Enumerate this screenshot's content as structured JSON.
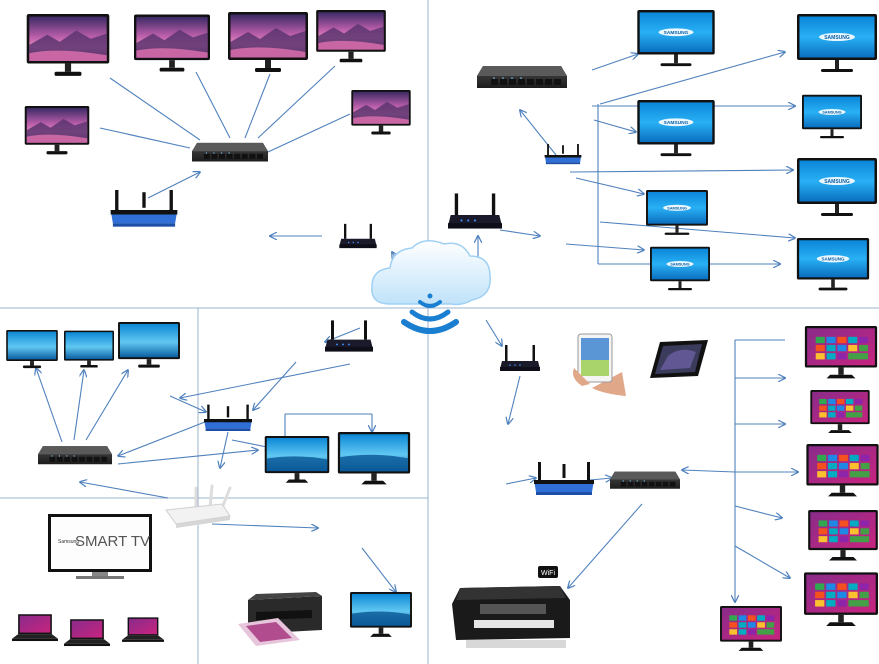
{
  "colors": {
    "arrow": "#4F81BD",
    "divider": "#9DB3CC",
    "monitor_frame": "#1a1a1a",
    "mountain_sky": "#b85da9",
    "samsung_screen": "#1aa0ec",
    "windows_screen": "#d9298c",
    "tower_accent": "#1e90ff",
    "cloud": "#cfe9fb",
    "router_blue": "#2f6fd6"
  },
  "labels": {
    "samsung_logo": "SAMSUNG",
    "smart_tv_brand": "Samsung",
    "smart_tv_text": "SMART TV",
    "printer_wifi": "WiFi"
  },
  "icons": [
    "cloud-icon",
    "wifi-signal-icon",
    "monitor-icon",
    "network-switch-icon",
    "wifi-router-icon",
    "desktop-tower-icon",
    "tablet-icon",
    "laptop-icon",
    "printer-icon",
    "smart-tv-icon",
    "access-point-icon"
  ]
}
